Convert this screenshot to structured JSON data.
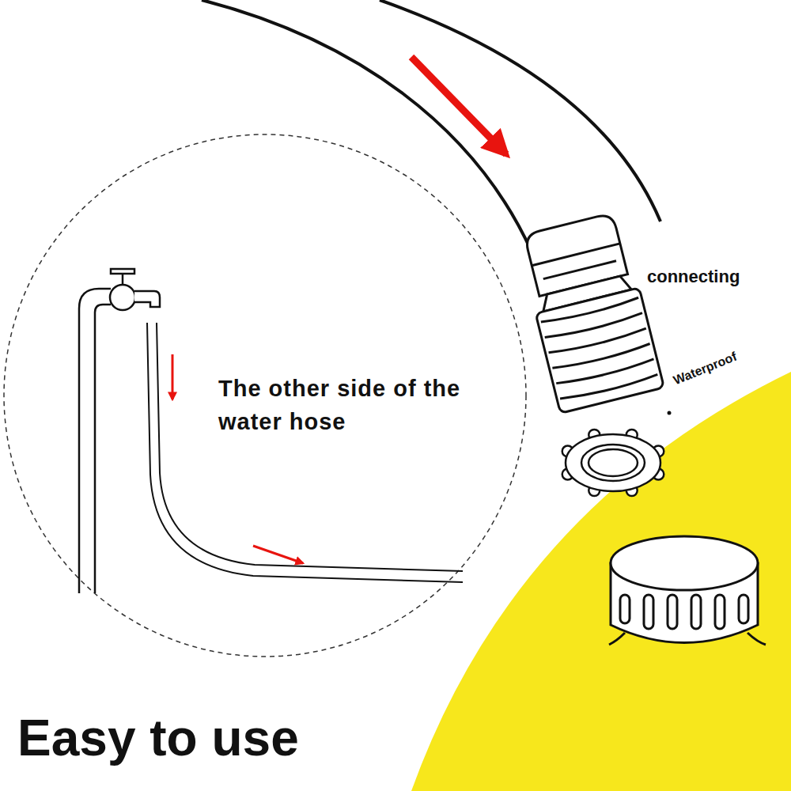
{
  "diagram": {
    "title": "Easy to use",
    "labels": [
      "connecting",
      "Waterproof",
      "The other side of the water hose"
    ]
  }
}
